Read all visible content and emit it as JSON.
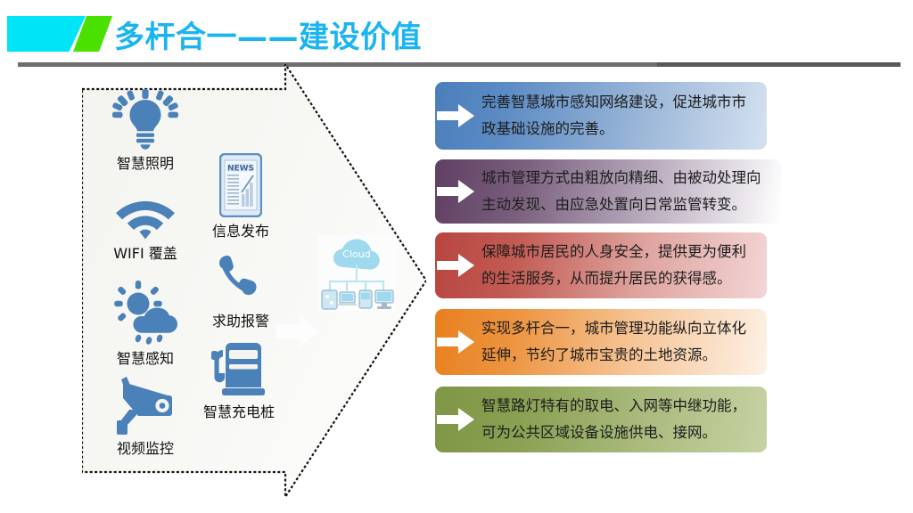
{
  "header": {
    "title": "多杆合一——建设价值",
    "logo": {
      "shape_left": "cyan-parallelogram",
      "shape_right": "green-parallelogram",
      "color_left": "#00e5f5",
      "color_right": "#4ae000"
    },
    "title_color": "#1ab4f0",
    "rule_color": "#595959"
  },
  "diagram": {
    "shape": "dashed-block-arrow-right",
    "border_style": "dashed",
    "border_color": "#1a1a1a",
    "fill": "#f5f5f2",
    "transfer_arrow": "white-block-arrow-right",
    "icons": [
      {
        "id": "smart-lighting",
        "icon": "lightbulb-icon",
        "label": "智慧照明"
      },
      {
        "id": "wifi-coverage",
        "icon": "wifi-icon",
        "label": "WIFI 覆盖"
      },
      {
        "id": "smart-sensing",
        "icon": "sun-cloud-rain-icon",
        "label": "智慧感知"
      },
      {
        "id": "video-monitor",
        "icon": "cctv-camera-icon",
        "label": "视频监控"
      },
      {
        "id": "info-publish",
        "icon": "news-tablet-icon",
        "label": "信息发布"
      },
      {
        "id": "help-alarm",
        "icon": "telephone-icon",
        "label": "求助报警"
      },
      {
        "id": "charging-pile",
        "icon": "charging-pile-icon",
        "label": "智慧充电桩"
      }
    ],
    "icon_color": "#4a81b8",
    "cloud": {
      "icon": "cloud-network-icon",
      "label": "Cloud",
      "color": "#9ed9ee",
      "device_count": 4,
      "devices": [
        "tablet-icon",
        "laptop-icon",
        "phone-icon",
        "desktop-monitor-icon"
      ]
    }
  },
  "callouts": [
    {
      "id": "callout-1",
      "text": "完善智慧城市感知网络建设，促进城市市政基础设施的完善。",
      "color_start": "#4a7ebb",
      "color_end": "#d4e1f0",
      "arrow_color": "#ffffff"
    },
    {
      "id": "callout-2",
      "text": "城市管理方式由粗放向精细、由被动处理向主动发现、由应急处置向日常监管转变。",
      "color_start": "#5f3f63",
      "color_end": "#ffffff",
      "arrow_color": "#ffffff"
    },
    {
      "id": "callout-3",
      "text": "保障城市居民的人身安全，提供更为便利的生活服务，从而提升居民的获得感。",
      "color_start": "#b8453f",
      "color_end": "#f2d5d5",
      "arrow_color": "#ffffff"
    },
    {
      "id": "callout-4",
      "text": "实现多杆合一，城市管理功能纵向立体化延伸，节约了城市宝贵的土地资源。",
      "color_start": "#e8801d",
      "color_end": "#fbeadb",
      "arrow_color": "#ffffff"
    },
    {
      "id": "callout-5",
      "text": "智慧路灯特有的取电、入网等中继功能，可为公共区域设备设施供电、接网。",
      "color_start": "#7e9645",
      "color_end": "#c3cf9e",
      "arrow_color": "#ffffff"
    }
  ]
}
